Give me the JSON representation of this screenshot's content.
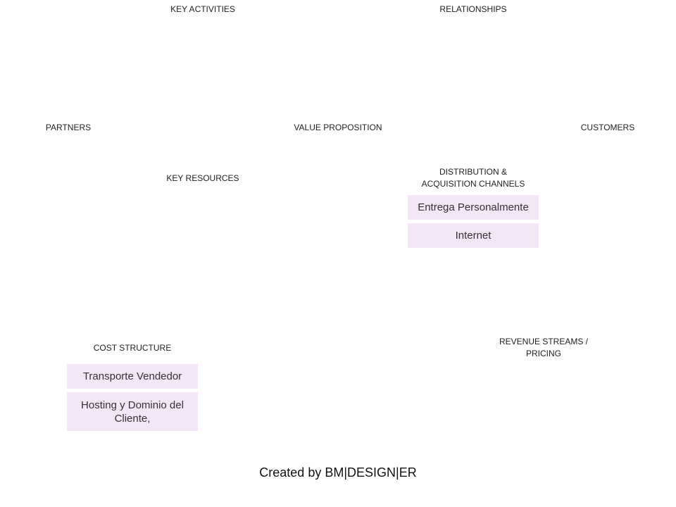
{
  "sections": {
    "key_activities": "KEY ACTIVITIES",
    "relationships": "RELATIONSHIPS",
    "partners": "PARTNERS",
    "value_proposition": "VALUE PROPOSITION",
    "customers": "CUSTOMERS",
    "key_resources": "KEY RESOURCES",
    "distribution": "DISTRIBUTION  &\nACQUISITION  CHANNELS",
    "cost_structure": "COST  STRUCTURE",
    "revenue_streams": "REVENUE  STREAMS  /\nPRICING"
  },
  "notes": {
    "distribution": [
      "Entrega Personalmente",
      "Internet"
    ],
    "cost_structure": [
      "Transporte Vendedor",
      "Hosting y Dominio del Cliente,"
    ]
  },
  "colors": {
    "note_fill": "#f3e6f7"
  },
  "footer": "Created by BM|DESIGN|ER"
}
